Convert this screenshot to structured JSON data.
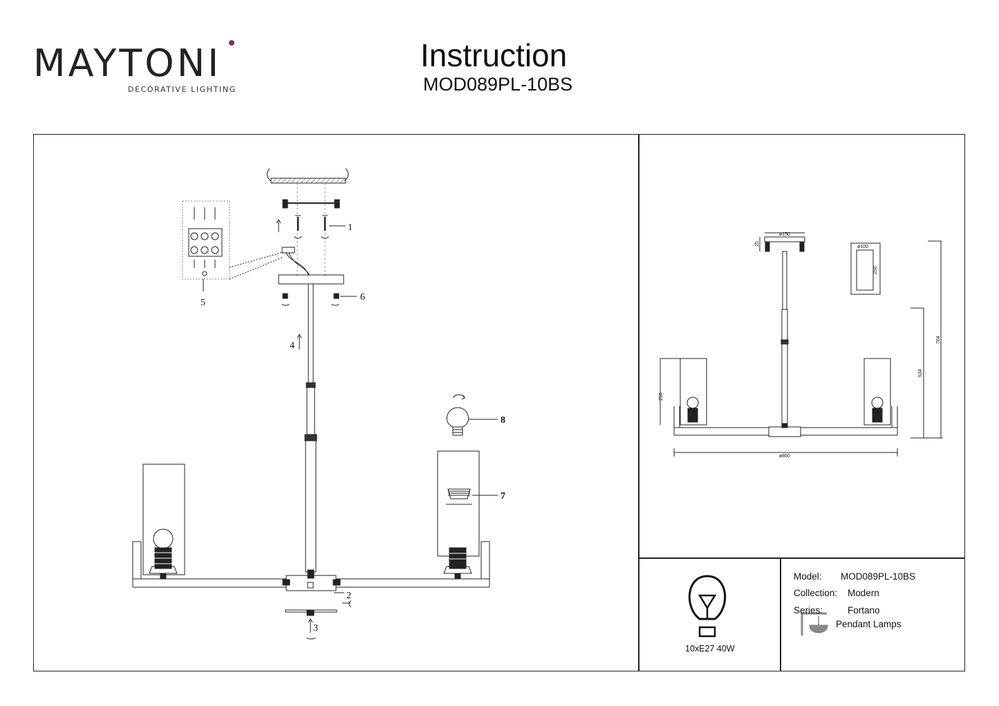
{
  "brand": {
    "name": "MAYTONI",
    "tagline": "DECORATIVE LIGHTING",
    "accent_color": "#7b2d6e"
  },
  "header": {
    "title": "Instruction",
    "model_code": "MOD089PL-10BS"
  },
  "assembly": {
    "callouts": [
      "1",
      "2",
      "3",
      "4",
      "5",
      "6",
      "7",
      "8"
    ]
  },
  "dimensions": {
    "canopy_diameter": "ø150",
    "canopy_height": "25",
    "shade_diameter": "ø100",
    "shade_height": "250",
    "shade_height_side": "250",
    "lower_height": "534",
    "total_height": "764",
    "overall_diameter": "ø860"
  },
  "bulb": {
    "icon": "light-bulb-icon",
    "rating": "10xE27 40W"
  },
  "specs": {
    "model_label": "Model:",
    "model_value": "MOD089PL-10BS",
    "collection_label": "Collection:",
    "collection_value": "Modern",
    "series_label": "Series:",
    "series_value": "Fortano",
    "type_icon": "pendant-lamp-icon",
    "type_value": "Pendant Lamps"
  }
}
